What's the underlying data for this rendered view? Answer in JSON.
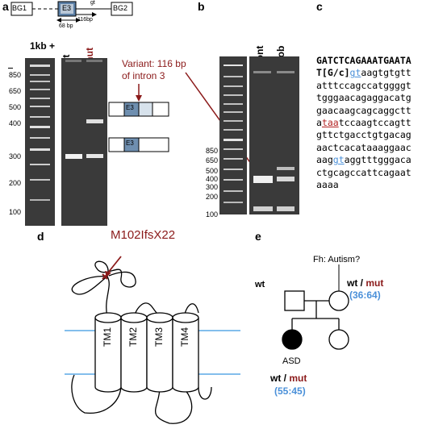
{
  "panel_a": {
    "label": "a",
    "gene": {
      "bg1": "BG1",
      "e3": "E3",
      "bg2": "BG2",
      "gt": "gt",
      "len116": "116bp",
      "len68": "68 bp"
    },
    "lanes": {
      "ladder": "1kb +",
      "wt": "wt",
      "mut": "mut"
    },
    "markers": [
      "850",
      "650",
      "500",
      "400",
      "300",
      "200",
      "100"
    ],
    "variant_line1": "Variant: 116 bp",
    "variant_line2": "of intron 3",
    "box_e3_top": "E3",
    "box_e3_bottom": "E3"
  },
  "panel_b": {
    "label": "b",
    "lanes": {
      "cont": "Cont",
      "prob": "Prob"
    },
    "markers": [
      "850",
      "650",
      "500",
      "400",
      "300",
      "200",
      "100"
    ]
  },
  "panel_c": {
    "label": "c",
    "sequence_lines": [
      [
        {
          "t": "GATCTCAGAAATGAATA",
          "c": "b"
        }
      ],
      [
        {
          "t": "T[G/c]",
          "c": "b"
        },
        {
          "t": "gt",
          "c": "gt"
        },
        {
          "t": "aagtgtgtt",
          "c": "b"
        }
      ],
      [
        {
          "t": "atttccagccatggggt",
          "c": "b"
        }
      ],
      [
        {
          "t": "tgggaacagaggacatg",
          "c": "b"
        }
      ],
      [
        {
          "t": "gaacaagcagcaggctt",
          "c": "b"
        }
      ],
      [
        {
          "t": "a",
          "c": "b"
        },
        {
          "t": "taa",
          "c": "stop"
        },
        {
          "t": "tccaagtccagtt",
          "c": "b"
        }
      ],
      [
        {
          "t": "gttctgacctgtgacag",
          "c": "b"
        }
      ],
      [
        {
          "t": "aactcacataaaggaac",
          "c": "b"
        }
      ],
      [
        {
          "t": "aag",
          "c": "b"
        },
        {
          "t": "gt",
          "c": "gt"
        },
        {
          "t": "aggtttgggaca",
          "c": "b"
        }
      ],
      [
        {
          "t": "ctgcagccattcagaat",
          "c": "b"
        }
      ],
      [
        {
          "t": "aaaa",
          "c": "b"
        }
      ]
    ]
  },
  "panel_d": {
    "label": "d",
    "mutation": "M102IfsX22",
    "tm": [
      "TM1",
      "TM2",
      "TM3",
      "TM4"
    ]
  },
  "panel_e": {
    "label": "e",
    "fh": "Fh: Autism?",
    "father": "wt",
    "mother_geno_wt": "wt",
    "mother_geno_sep": " / ",
    "mother_geno_mut": "mut",
    "mother_ratio": "(36:64)",
    "proband": "ASD",
    "proband_geno_wt": "wt",
    "proband_geno_sep": " / ",
    "proband_geno_mut": "mut",
    "proband_ratio": "(55:45)"
  },
  "colors": {
    "mutant_red": "#8b1a1a",
    "intron_blue": "#4a90d9",
    "membrane_blue": "#5aa9e6"
  }
}
